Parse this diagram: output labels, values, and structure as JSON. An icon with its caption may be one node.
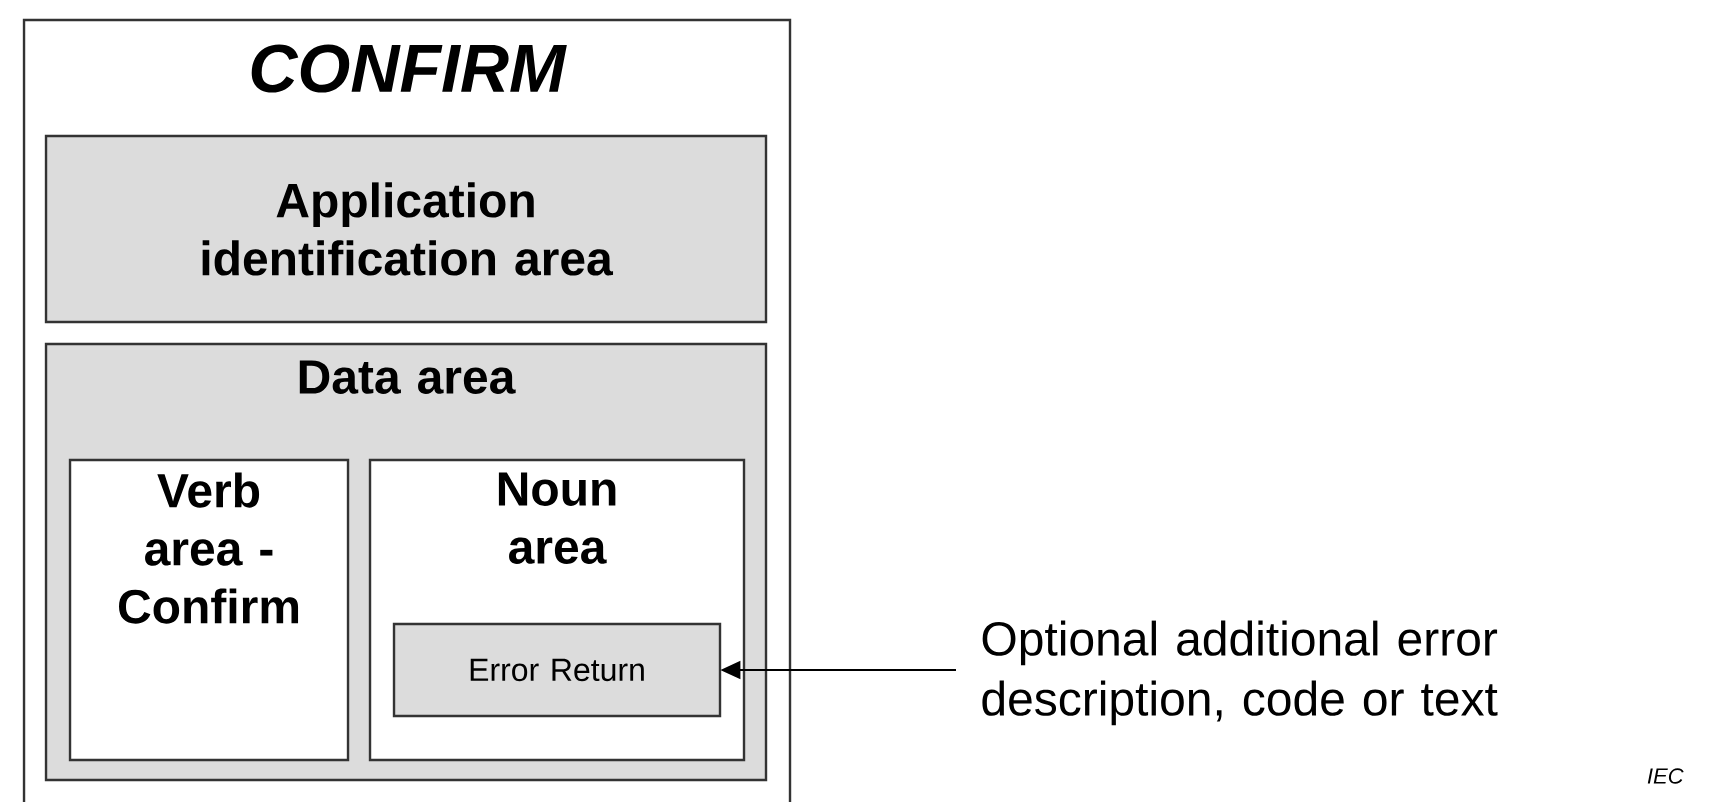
{
  "diagram": {
    "nodes": [
      {
        "text": [
          "CONFIRM"
        ]
      },
      {
        "text": [
          "Application identification area"
        ],
        "in": 0
      },
      {
        "text": [
          "Data area"
        ],
        "in": 0
      },
      {
        "text": [
          "Verb area - Confirm"
        ],
        "in": 2
      },
      {
        "text": [
          "Noun area"
        ],
        "in": 2
      },
      {
        "text": [
          "Error Return"
        ],
        "in": 4
      },
      {
        "text": [
          "Optional additional error description, code or text"
        ]
      }
    ],
    "edges": [
      {
        "from": 6,
        "to": 5,
        "arrow": "to"
      }
    ],
    "labels": [
      "IEC"
    ]
  }
}
